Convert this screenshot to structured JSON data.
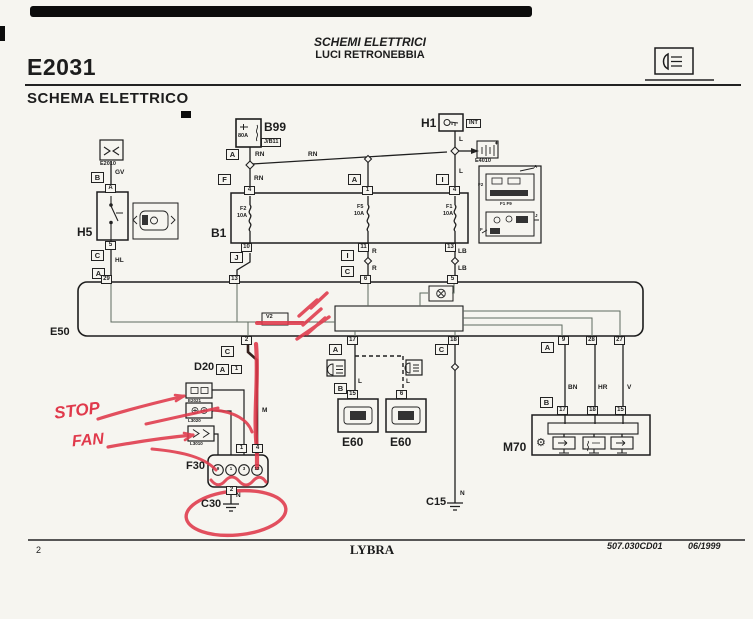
{
  "page": {
    "code": "E2031",
    "header_line1": "SCHEMI ELETTRICI",
    "header_line2": "LUCI RETRONEBBIA",
    "section_title": "SCHEMA ELETTRICO",
    "footer": {
      "page_number": "2",
      "model": "LYBRA",
      "doc_ref": "507.030CD01",
      "date": "06/1999"
    }
  },
  "icons": {
    "gear": "⚙"
  },
  "letters": {
    "a": "A",
    "b": "B",
    "c": "C",
    "f": "F",
    "i": "I",
    "j": "J"
  },
  "wires": {
    "rn": "RN",
    "gv": "GV",
    "hl": "HL",
    "l": "L",
    "r": "R",
    "lb": "LB",
    "m": "M",
    "n": "N",
    "bn": "BN",
    "hr": "HR",
    "v": "V"
  },
  "components": {
    "b99": {
      "label": "B99",
      "rating": "80A",
      "badge": "J/B11"
    },
    "h1": {
      "label": "H1",
      "badge": "INT"
    },
    "e4010": {
      "label": "E4010"
    },
    "e2010": {
      "label": "E2010"
    },
    "h5": {
      "label": "H5",
      "pin_top": "A",
      "pin_bottom": "5"
    },
    "b1": {
      "label": "B1",
      "pins_top": [
        "4",
        "1",
        "4"
      ],
      "pins_bottom": [
        "10",
        "11",
        "13"
      ],
      "fuses": [
        {
          "name": "F2",
          "rating": "10A"
        },
        {
          "name": "F5",
          "rating": "10A"
        },
        {
          "name": "F1",
          "rating": "10A"
        }
      ],
      "inset": {
        "a": "A",
        "f2": "F2",
        "f1_f9": "F1  F9",
        "j": "J",
        "f": "F"
      }
    },
    "e50": {
      "label": "E50",
      "relay": "V2",
      "pins_top": [
        "29",
        "13",
        "6",
        "5"
      ],
      "pins_bottom": [
        "2",
        "17",
        "18",
        "9",
        "28",
        "27"
      ]
    },
    "d20": {
      "label": "D20",
      "pin": "1"
    },
    "callouts": [
      {
        "label": "E2021"
      },
      {
        "label": "L3020"
      },
      {
        "label": "L3010"
      }
    ],
    "f30": {
      "label": "F30",
      "pins_top": [
        "1",
        "4"
      ],
      "pin_bottom": "2",
      "terminals": [
        "9",
        "1",
        "3",
        "12"
      ]
    },
    "c30": {
      "label": "C30"
    },
    "c15": {
      "label": "C15"
    },
    "e60_left": {
      "label": "E60",
      "pin": "15"
    },
    "e60_right": {
      "label": "E60",
      "pin": "6"
    },
    "m70": {
      "label": "M70",
      "pins": [
        "17",
        "18",
        "15"
      ]
    }
  },
  "annotations": {
    "stop": "STOP",
    "fan": "FAN"
  }
}
